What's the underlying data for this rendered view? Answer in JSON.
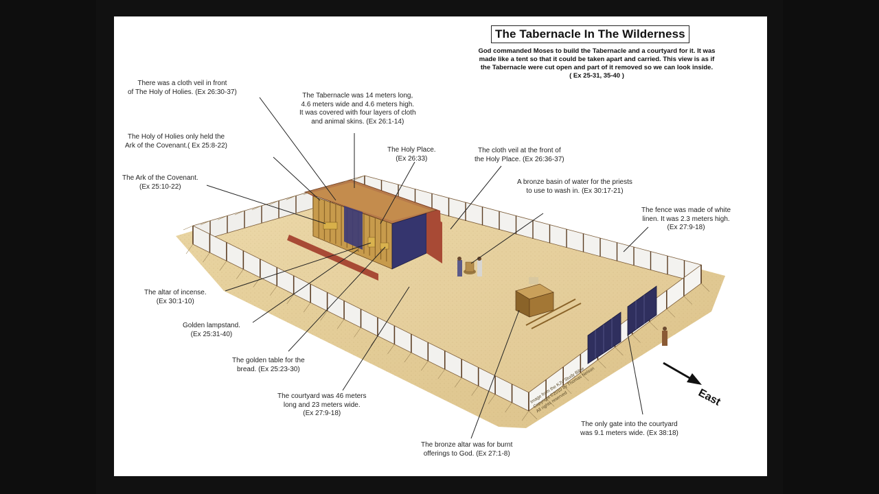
{
  "title": "The Tabernacle In The Wilderness",
  "intro": [
    "God commanded Moses to build the Tabernacle and a courtyard for it. It was",
    "made like a tent so that it could be taken apart and carried. This view is as if",
    "the Tabernacle were cut open and part of it removed so we can look inside.",
    "( Ex 25-31, 35-40 )"
  ],
  "compass": {
    "label": "East"
  },
  "copyright": [
    "Image from the KJV Study Bible",
    "Copyright ©2010 by Thomas Nelson",
    "All rights reserved"
  ],
  "labels": {
    "veil_holy_of_holies": [
      "There was a cloth veil in front",
      "of The Holy of Holies. (Ex 26:30-37)"
    ],
    "holy_of_holies": [
      "The Holy of Holies only held the",
      "Ark of the Covenant.( Ex 25:8-22)"
    ],
    "ark": [
      "The Ark of the Covenant.",
      "(Ex 25:10-22)"
    ],
    "tabernacle_dims": [
      "The Tabernacle was 14 meters long,",
      "4.6 meters wide and 4.6 meters high.",
      "It was covered with four layers of cloth",
      "and animal skins. (Ex 26:1-14)"
    ],
    "holy_place": [
      "The Holy Place.",
      "(Ex 26:33)"
    ],
    "veil_holy_place": [
      "The cloth veil at the front of",
      "the Holy Place. (Ex 26:36-37)"
    ],
    "basin": [
      "A bronze basin of water for the priests",
      "to use to wash in.  (Ex 30:17-21)"
    ],
    "fence": [
      "The fence was made of white",
      "linen.  It was 2.3 meters high.",
      "(Ex 27:9-18)"
    ],
    "altar_incense": [
      "The altar of incense.",
      "(Ex 30:1-10)"
    ],
    "lampstand": [
      "Golden lampstand.",
      "(Ex 25:31-40)"
    ],
    "table": [
      "The golden table for the",
      "bread.  (Ex 25:23-30)"
    ],
    "courtyard": [
      "The courtyard was 46 meters",
      "long and 23 meters wide.",
      "(Ex 27:9-18)"
    ],
    "bronze_altar": [
      "The bronze altar was for burnt",
      "offerings to God.  (Ex 27:1-8)"
    ],
    "gate": [
      "The only gate into the courtyard",
      "was 9.1 meters wide. (Ex 38:18)"
    ]
  },
  "colors": {
    "ground": "#e6cf9a",
    "courtyard_floor": "#e8d4a3",
    "curtain": "#f2f1ee",
    "post": "#5b3d22",
    "tent_frame": "#b88a3c",
    "veil_blue": "#3a3a78",
    "covering_red": "#a84a35",
    "gate_blue": "#2f2f5e"
  }
}
